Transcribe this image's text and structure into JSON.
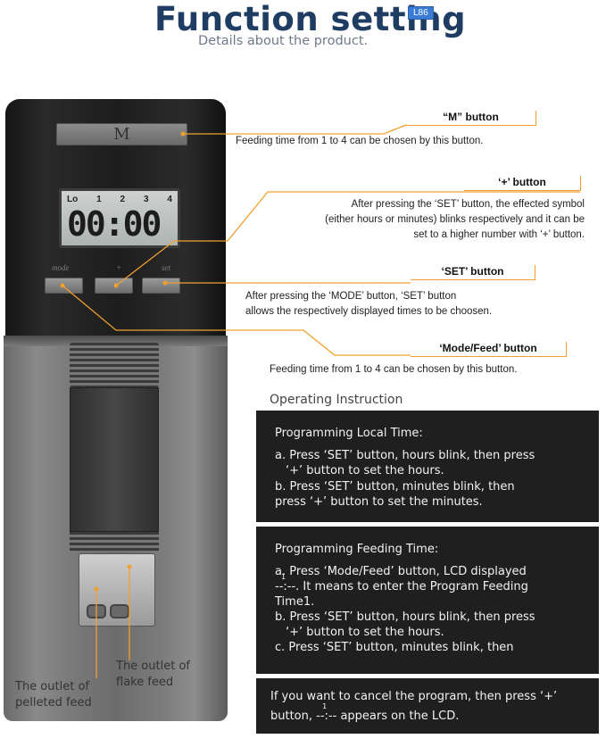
{
  "header": {
    "title": "Function setting",
    "model_badge": "L86",
    "subtitle": "Details about the product."
  },
  "device": {
    "m_button_glyph": "M",
    "lcd_top": [
      "Lo",
      "1",
      "2",
      "3",
      "4"
    ],
    "lcd_digits": "00:00",
    "labels": {
      "mode": "mode",
      "plus": "+",
      "set": "set"
    }
  },
  "callouts": {
    "m_button": {
      "label": "“M” button",
      "text": "Feeding time from 1 to 4 can be chosen by this button."
    },
    "plus_button": {
      "label": "‘+’ button",
      "lines": [
        "After pressing the ‘SET’ button, the effected symbol",
        "(either hours or minutes) blinks respectively and it can be",
        "set to a higher number with ‘+’ button."
      ]
    },
    "set_button": {
      "label": "‘SET’ button",
      "lines": [
        "After pressing the ‘MODE’ button, ‘SET’ button",
        "allows the respectively displayed times to be choosen."
      ]
    },
    "mode_button": {
      "label": "‘Mode/Feed’ button",
      "text": "Feeding time from 1 to 4 can be chosen by this button."
    }
  },
  "outlets": {
    "flake": [
      "The outlet of",
      "flake feed"
    ],
    "pelleted": [
      "The outlet of",
      "pelleted feed"
    ]
  },
  "operating": {
    "title": "Operating Instruction",
    "local_time": {
      "heading": "Programming Local Time:",
      "a1": "a. Press ‘SET’ button, hours blink, then press",
      "a2": "‘+’ button to set the hours.",
      "b1": "b. Press ‘SET’ button, minutes blink, then",
      "b2": "press ‘+’ button to set the minutes."
    },
    "feeding_time": {
      "heading": "Programming Feeding Time:",
      "a1": "a. Press ‘Mode/Feed’ button, LCD displayed",
      "a2_dash": "--:--",
      "a2_sup": "1",
      "a2_rest": ". It means to enter the Program Feeding",
      "a3": "Time1.",
      "b1": "b. Press ‘SET’ button, hours blink, then press",
      "b2": "‘+’ button to set the hours.",
      "c1": "c. Press ‘SET’ button, minutes blink, then"
    },
    "cancel": {
      "l1": "If you want to cancel the program, then press ‘+’",
      "l2_pre": "button,",
      "l2_dash": "--:--",
      "l2_sup": "1",
      "l2_post": "appears on the LCD."
    }
  },
  "colors": {
    "accent_orange": "#f0a030",
    "title_blue": "#1f3d63",
    "panel_bg": "#1f1f1f"
  }
}
